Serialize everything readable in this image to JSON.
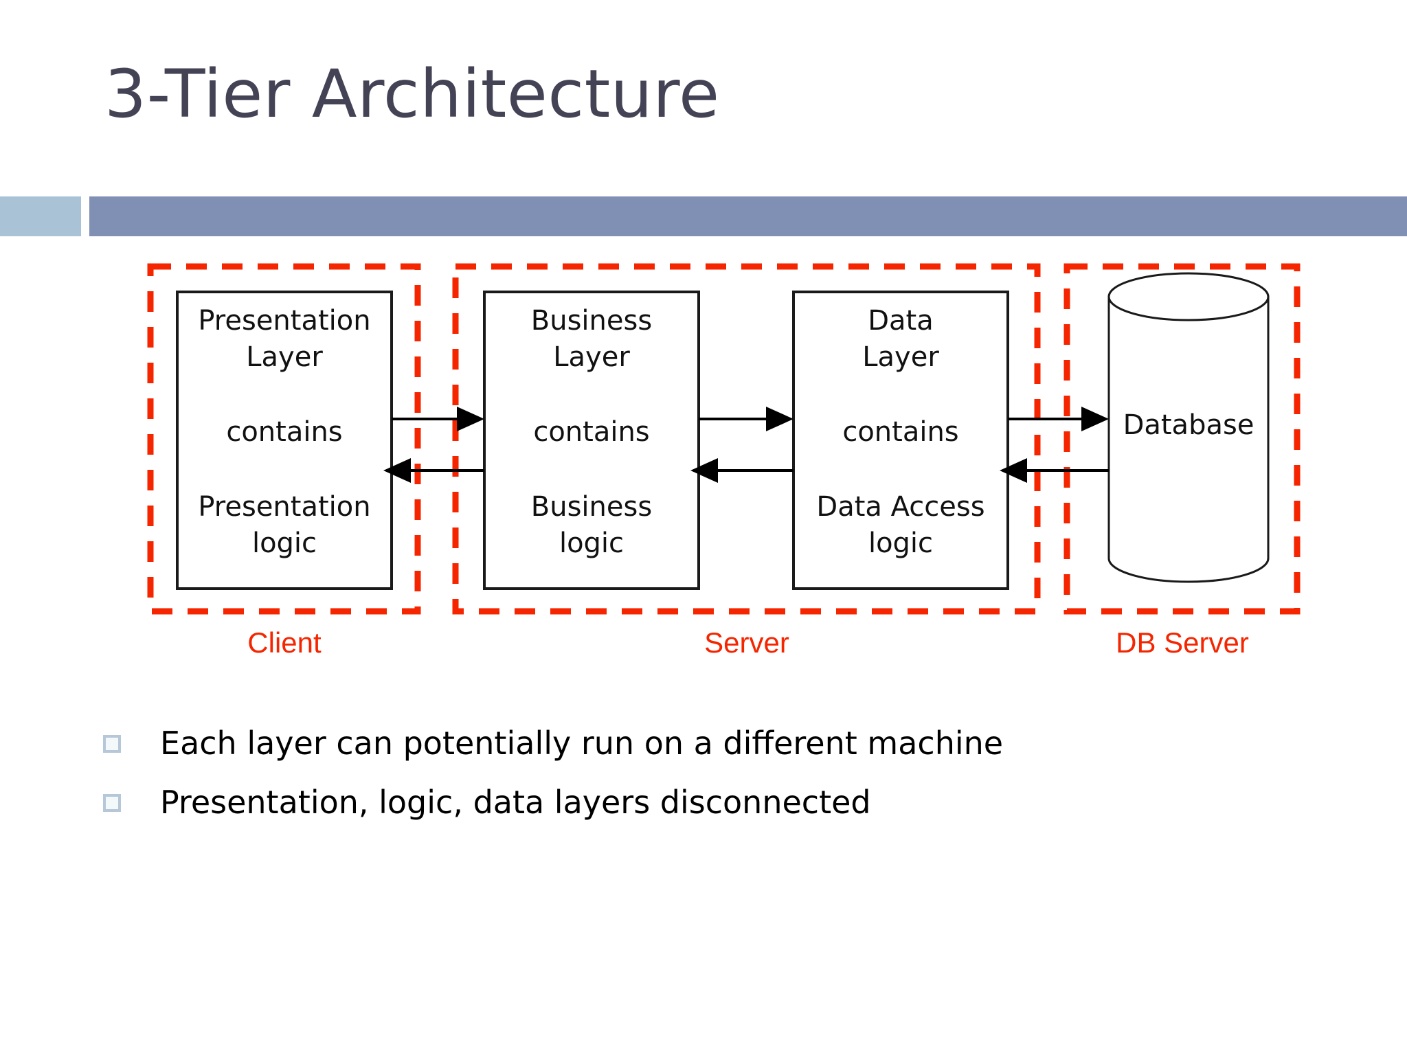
{
  "slide": {
    "title": "3-Tier Architecture",
    "title_color": "#434355",
    "background_color": "#ffffff",
    "rule_left_color": "#aac2d6",
    "rule_right_color": "#8090b4"
  },
  "diagram": {
    "tier_border_color": "#f52500",
    "box_border_color": "#1a1a1a",
    "arrow_color": "#000000",
    "tiers": [
      {
        "key": "client",
        "caption": "Client"
      },
      {
        "key": "server",
        "caption": "Server"
      },
      {
        "key": "dbserver",
        "caption": "DB Server"
      }
    ],
    "nodes": [
      {
        "key": "presentation-layer",
        "line1": "Presentation",
        "line2": "Layer",
        "line3": "contains",
        "line4": "Presentation",
        "line5": "logic"
      },
      {
        "key": "business-layer",
        "line1": "Business",
        "line2": "Layer",
        "line3": "contains",
        "line4": "Business",
        "line5": "logic"
      },
      {
        "key": "data-layer",
        "line1": "Data",
        "line2": "Layer",
        "line3": "contains",
        "line4": "Data Access",
        "line5": "logic"
      }
    ],
    "database": {
      "key": "database-cylinder",
      "label": "Database"
    }
  },
  "bullets": [
    {
      "text": "Each layer can potentially run on a different machine"
    },
    {
      "text": "Presentation, logic, data layers disconnected"
    }
  ]
}
